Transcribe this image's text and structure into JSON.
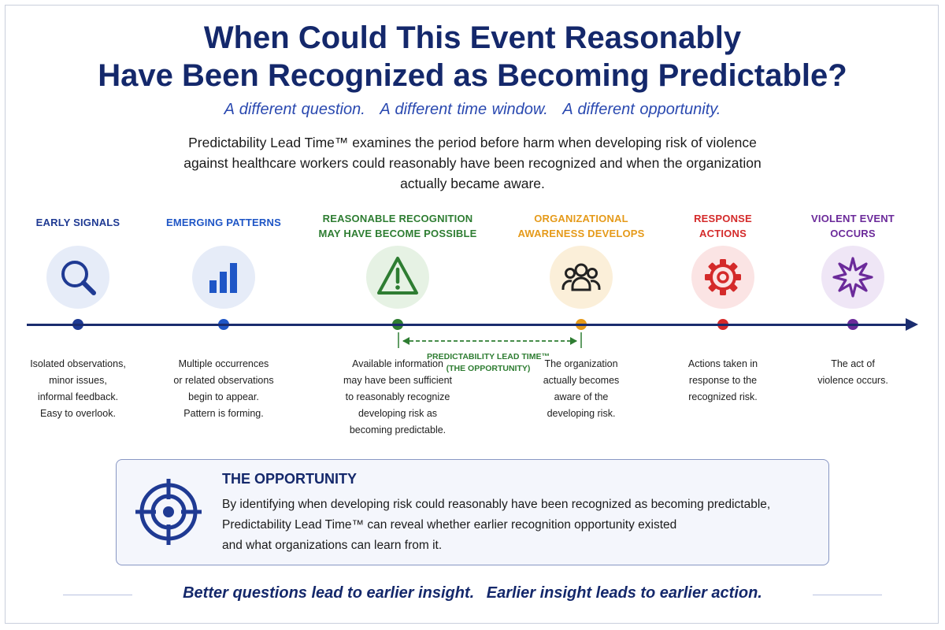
{
  "title_line1": "When Could This Event Reasonably",
  "title_line2": "Have Been Recognized as Becoming Predictable?",
  "subtitle": [
    "A different question.",
    "A different time window.",
    "A different opportunity."
  ],
  "intro_lines": [
    "Predictability Lead Time™ examines the period before harm when developing risk of violence",
    "against healthcare workers could reasonably have been recognized and when the organization",
    "actually became aware."
  ],
  "stages": [
    {
      "title": [
        "EARLY SIGNALS"
      ],
      "icon": "magnifier-icon",
      "color": "#1f3a93",
      "circle_bg": "#e6ecf8",
      "desc": [
        "Isolated observations,",
        "minor issues,",
        "informal feedback.",
        "Easy to overlook."
      ]
    },
    {
      "title": [
        "EMERGING PATTERNS"
      ],
      "icon": "bar-chart-icon",
      "color": "#1f56c6",
      "circle_bg": "#e6ecf8",
      "desc": [
        "Multiple occurrences",
        "or related observations",
        "begin to appear.",
        "Pattern is forming."
      ]
    },
    {
      "title": [
        "REASONABLE RECOGNITION",
        "MAY HAVE BECOME POSSIBLE"
      ],
      "icon": "warning-icon",
      "color": "#2e7d32",
      "circle_bg": "#e6f2e4",
      "desc": [
        "Available information",
        "may have been sufficient",
        "to reasonably recognize",
        "developing risk as",
        "becoming predictable."
      ]
    },
    {
      "title": [
        "ORGANIZATIONAL",
        "AWARENESS DEVELOPS"
      ],
      "icon": "group-icon",
      "color": "#e59a1a",
      "circle_bg": "#fbefd9",
      "desc": [
        "The organization",
        "actually becomes",
        "aware of the",
        "developing risk."
      ]
    },
    {
      "title": [
        "RESPONSE",
        "ACTIONS"
      ],
      "icon": "gear-icon",
      "color": "#d42a2a",
      "circle_bg": "#fbe4e4",
      "desc": [
        "Actions taken in",
        "response to the",
        "recognized risk."
      ]
    },
    {
      "title": [
        "VIOLENT EVENT",
        "OCCURS"
      ],
      "icon": "burst-icon",
      "color": "#6b2a9a",
      "circle_bg": "#efe6f6",
      "desc": [
        "The act of",
        "violence occurs."
      ]
    }
  ],
  "lead_time_label": [
    "PREDICTABILITY LEAD TIME™",
    "(THE OPPORTUNITY)"
  ],
  "lead_time_color": "#2e7d32",
  "opportunity": {
    "icon": "target-icon",
    "heading": "THE OPPORTUNITY",
    "body": [
      "By identifying when developing risk could reasonably have been recognized as becoming predictable,",
      "Predictability Lead Time™ can reveal whether earlier recognition opportunity existed",
      "and what organizations can learn from it."
    ]
  },
  "footer": [
    "Better questions lead to earlier insight.",
    "Earlier insight leads to earlier action."
  ]
}
